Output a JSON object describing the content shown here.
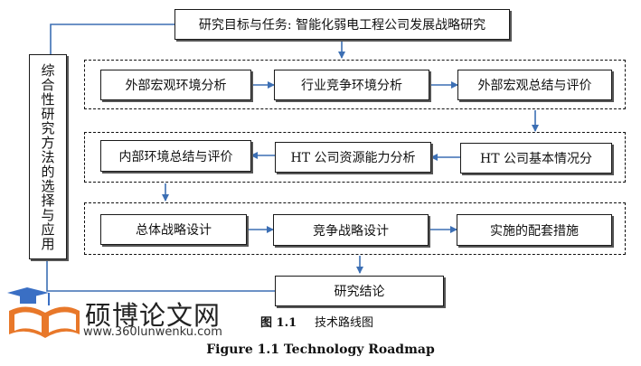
{
  "top_box": "研究目标与任务: 智能化弱电工程公司发展战略研究",
  "side_box": "综合性研究方法的选择与应用",
  "row1": [
    "外部宏观环境分析",
    "行业竞争环境分析",
    "外部宏观总结与评价"
  ],
  "row2": [
    "内部环境总结与评价",
    "HT 公司资源能力分析",
    "HT 公司基本情况分"
  ],
  "row3": [
    "总体战略设计",
    "竞争战略设计",
    "实施的配套措施"
  ],
  "bottom_box": "研究结论",
  "caption_cn_num": "图 1.1",
  "caption_cn_text": "技术路线图",
  "caption_en": "Figure 1.1 Technology Roadmap",
  "watermark": {
    "name": "硕博论文网",
    "url": "www.360lunwenku.com"
  },
  "colors": {
    "arrow": "#3c6fb4",
    "logo_blue": "#3a6fc4",
    "logo_orange": "#e8782a"
  }
}
